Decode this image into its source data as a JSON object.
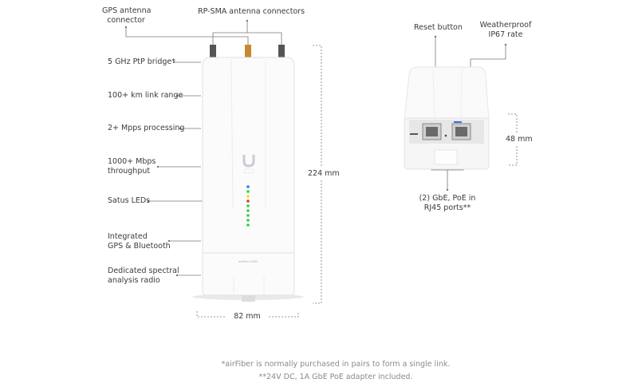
{
  "front_view": {
    "callouts": {
      "gps_connector": [
        "GPS antenna",
        "connector"
      ],
      "rp_sma": "RP-SMA antenna connectors",
      "bridge": "5 GHz PtP bridge*",
      "range": "100+ km link range",
      "processing": "2+ Mpps processing",
      "throughput": [
        "1000+ Mbps",
        "throughput"
      ],
      "leds": "Satus LEDs",
      "gps_bt": [
        "Integrated",
        "GPS & Bluetooth"
      ],
      "spectral": [
        "Dedicated spectral",
        "analysis radio"
      ]
    },
    "height_dim": "224 mm",
    "width_dim": "82  mm",
    "led_colors": [
      "#2f7cf6",
      "#2fd24a",
      "#f1e22a",
      "#e8322c",
      "#2fd24a",
      "#2fd24a",
      "#2fd24a",
      "#2fd24a",
      "#2fd24a"
    ],
    "antenna_colors": [
      "#555555",
      "#c8892e",
      "#555555"
    ]
  },
  "bottom_view": {
    "callouts": {
      "reset": "Reset button",
      "weatherproof": [
        "Weatherproof",
        "IP67 rate"
      ],
      "ports": [
        "(2) GbE, PoE in",
        "RJ45 ports**"
      ]
    },
    "height_dim": "48 mm"
  },
  "footnotes": [
    "*airFiber is normally purchased in pairs to form a single link.",
    "**24V DC, 1A GbE PoE adapter included."
  ]
}
